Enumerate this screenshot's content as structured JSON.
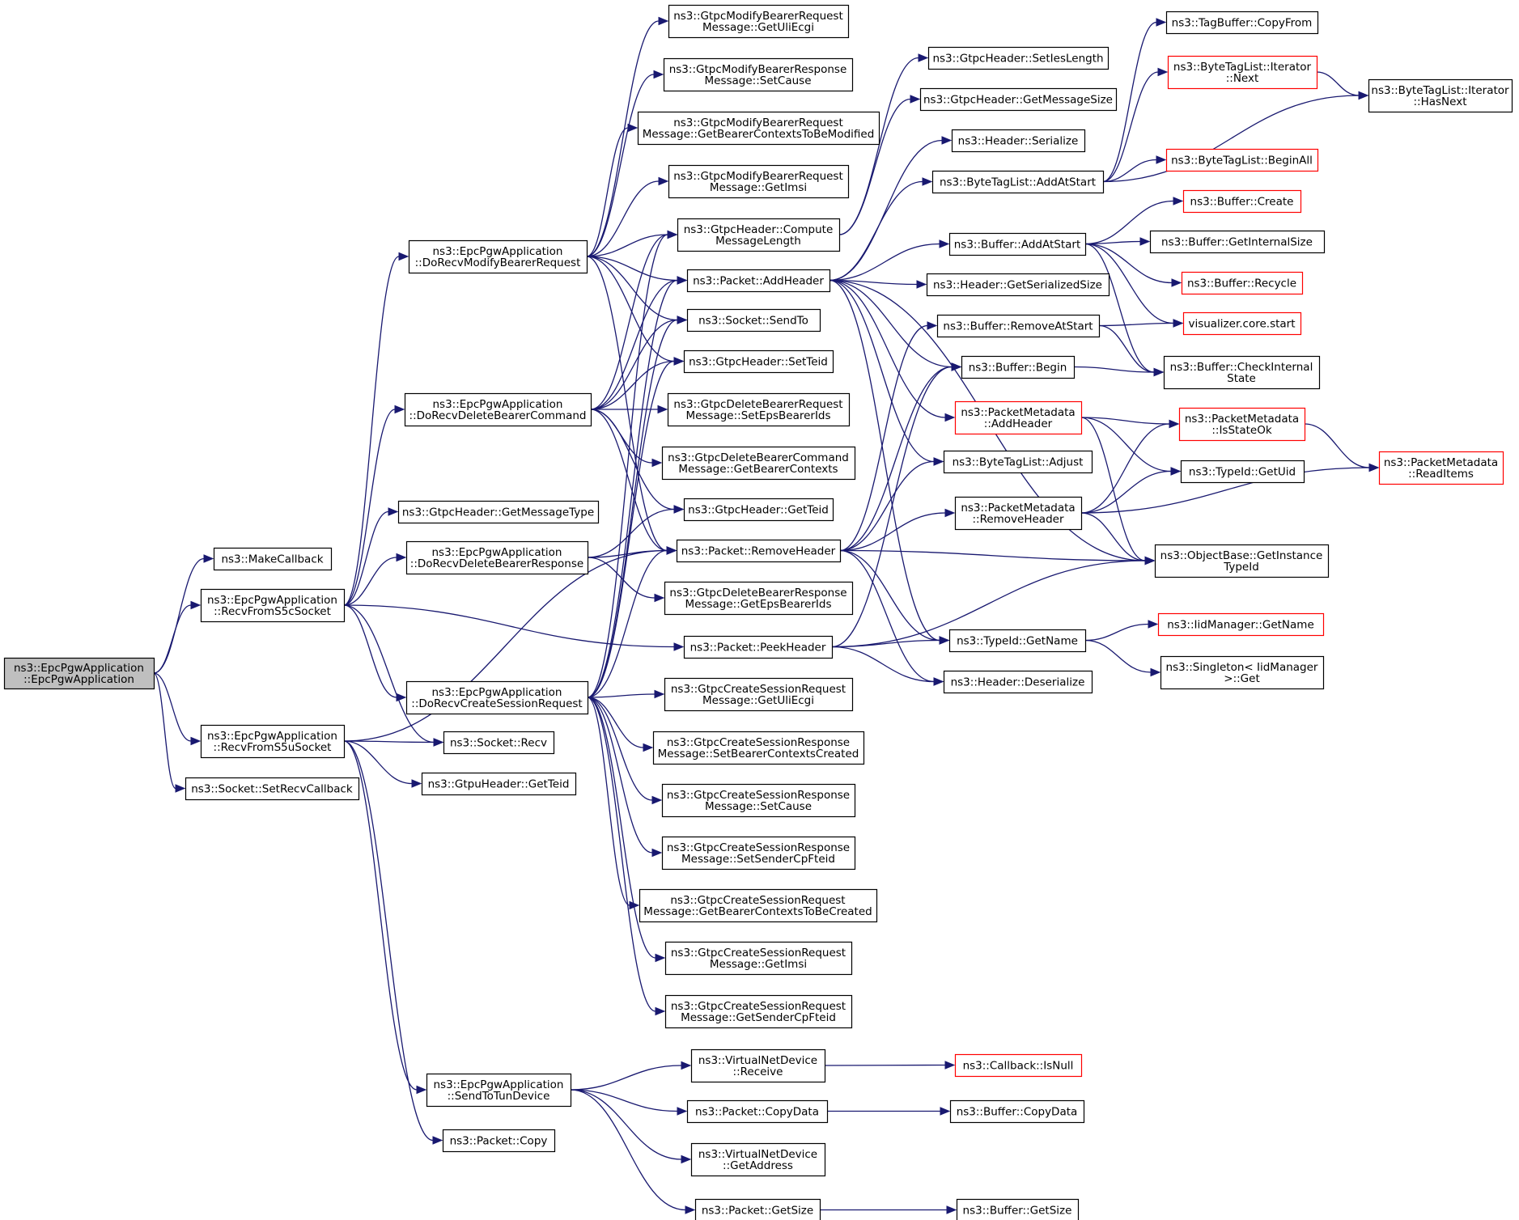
{
  "diagram": {
    "type": "call-graph",
    "colors": {
      "edge": "#191970",
      "border": "#000000",
      "truncated_border": "#ff0000",
      "root_fill": "#bfbfbf"
    },
    "nodes": [
      {
        "id": "root",
        "lines": [
          "ns3::EpcPgwApplication",
          "::EpcPgwApplication"
        ],
        "root": true
      },
      {
        "id": "makecb",
        "lines": [
          "ns3::MakeCallback"
        ]
      },
      {
        "id": "s5c",
        "lines": [
          "ns3::EpcPgwApplication",
          "::RecvFromS5cSocket"
        ]
      },
      {
        "id": "s5u",
        "lines": [
          "ns3::EpcPgwApplication",
          "::RecvFromS5uSocket"
        ]
      },
      {
        "id": "setrecv",
        "lines": [
          "ns3::Socket::SetRecvCallback"
        ]
      },
      {
        "id": "dmbr",
        "lines": [
          "ns3::EpcPgwApplication",
          "::DoRecvModifyBearerRequest"
        ]
      },
      {
        "id": "ddbc",
        "lines": [
          "ns3::EpcPgwApplication",
          "::DoRecvDeleteBearerCommand"
        ]
      },
      {
        "id": "gmt",
        "lines": [
          "ns3::GtpcHeader::GetMessageType"
        ]
      },
      {
        "id": "ddbr",
        "lines": [
          "ns3::EpcPgwApplication",
          "::DoRecvDeleteBearerResponse"
        ]
      },
      {
        "id": "dcsr",
        "lines": [
          "ns3::EpcPgwApplication",
          "::DoRecvCreateSessionRequest"
        ]
      },
      {
        "id": "sockrecv",
        "lines": [
          "ns3::Socket::Recv"
        ]
      },
      {
        "id": "gtputeid",
        "lines": [
          "ns3::GtpuHeader::GetTeid"
        ]
      },
      {
        "id": "sendtun",
        "lines": [
          "ns3::EpcPgwApplication",
          "::SendToTunDevice"
        ]
      },
      {
        "id": "pktcopy",
        "lines": [
          "ns3::Packet::Copy"
        ]
      },
      {
        "id": "mbr_uli",
        "lines": [
          "ns3::GtpcModifyBearerRequest",
          "Message::GetUliEcgi"
        ]
      },
      {
        "id": "mbresp_cause",
        "lines": [
          "ns3::GtpcModifyBearerResponse",
          "Message::SetCause"
        ]
      },
      {
        "id": "mbr_ctx",
        "lines": [
          "ns3::GtpcModifyBearerRequest",
          "Message::GetBearerContextsToBeModified"
        ]
      },
      {
        "id": "mbr_imsi",
        "lines": [
          "ns3::GtpcModifyBearerRequest",
          "Message::GetImsi"
        ]
      },
      {
        "id": "compute",
        "lines": [
          "ns3::GtpcHeader::Compute",
          "MessageLength"
        ]
      },
      {
        "id": "addheader",
        "lines": [
          "ns3::Packet::AddHeader"
        ]
      },
      {
        "id": "sendto",
        "lines": [
          "ns3::Socket::SendTo"
        ]
      },
      {
        "id": "setteid",
        "lines": [
          "ns3::GtpcHeader::SetTeid"
        ]
      },
      {
        "id": "dbr_eps",
        "lines": [
          "ns3::GtpcDeleteBearerRequest",
          "Message::SetEpsBearerIds"
        ]
      },
      {
        "id": "dbc_ctx",
        "lines": [
          "ns3::GtpcDeleteBearerCommand",
          "Message::GetBearerContexts"
        ]
      },
      {
        "id": "getteid",
        "lines": [
          "ns3::GtpcHeader::GetTeid"
        ]
      },
      {
        "id": "removeheader",
        "lines": [
          "ns3::Packet::RemoveHeader"
        ]
      },
      {
        "id": "dbresp_eps",
        "lines": [
          "ns3::GtpcDeleteBearerResponse",
          "Message::GetEpsBearerIds"
        ]
      },
      {
        "id": "peekheader",
        "lines": [
          "ns3::Packet::PeekHeader"
        ]
      },
      {
        "id": "csr_uli",
        "lines": [
          "ns3::GtpcCreateSessionRequest",
          "Message::GetUliEcgi"
        ]
      },
      {
        "id": "csresp_ctx",
        "lines": [
          "ns3::GtpcCreateSessionResponse",
          "Message::SetBearerContextsCreated"
        ]
      },
      {
        "id": "csresp_cause",
        "lines": [
          "ns3::GtpcCreateSessionResponse",
          "Message::SetCause"
        ]
      },
      {
        "id": "csresp_fteid",
        "lines": [
          "ns3::GtpcCreateSessionResponse",
          "Message::SetSenderCpFteid"
        ]
      },
      {
        "id": "csr_ctx",
        "lines": [
          "ns3::GtpcCreateSessionRequest",
          "Message::GetBearerContextsToBeCreated"
        ]
      },
      {
        "id": "csr_imsi",
        "lines": [
          "ns3::GtpcCreateSessionRequest",
          "Message::GetImsi"
        ]
      },
      {
        "id": "csr_fteid",
        "lines": [
          "ns3::GtpcCreateSessionRequest",
          "Message::GetSenderCpFteid"
        ]
      },
      {
        "id": "vnd_recv",
        "lines": [
          "ns3::VirtualNetDevice",
          "::Receive"
        ]
      },
      {
        "id": "pktcopydata",
        "lines": [
          "ns3::Packet::CopyData"
        ]
      },
      {
        "id": "vnd_addr",
        "lines": [
          "ns3::VirtualNetDevice",
          "::GetAddress"
        ]
      },
      {
        "id": "pktgetsize",
        "lines": [
          "ns3::Packet::GetSize"
        ]
      },
      {
        "id": "setieslen",
        "lines": [
          "ns3::GtpcHeader::SetIesLength"
        ]
      },
      {
        "id": "getmsgsize",
        "lines": [
          "ns3::GtpcHeader::GetMessageSize"
        ]
      },
      {
        "id": "hdrserialize",
        "lines": [
          "ns3::Header::Serialize"
        ]
      },
      {
        "id": "btl_addatstart",
        "lines": [
          "ns3::ByteTagList::AddAtStart"
        ]
      },
      {
        "id": "buf_addatstart",
        "lines": [
          "ns3::Buffer::AddAtStart"
        ]
      },
      {
        "id": "hdr_getsersize",
        "lines": [
          "ns3::Header::GetSerializedSize"
        ]
      },
      {
        "id": "buf_removeatstart",
        "lines": [
          "ns3::Buffer::RemoveAtStart"
        ]
      },
      {
        "id": "buf_begin",
        "lines": [
          "ns3::Buffer::Begin"
        ]
      },
      {
        "id": "pm_addheader",
        "lines": [
          "ns3::PacketMetadata",
          "::AddHeader"
        ],
        "truncated": true
      },
      {
        "id": "btl_adjust",
        "lines": [
          "ns3::ByteTagList::Adjust"
        ]
      },
      {
        "id": "pm_removeheader",
        "lines": [
          "ns3::PacketMetadata",
          "::RemoveHeader"
        ]
      },
      {
        "id": "typeid_getname",
        "lines": [
          "ns3::TypeId::GetName"
        ]
      },
      {
        "id": "hdr_deserialize",
        "lines": [
          "ns3::Header::Deserialize"
        ]
      },
      {
        "id": "cb_isnull",
        "lines": [
          "ns3::Callback::IsNull"
        ],
        "truncated": true
      },
      {
        "id": "buf_copydata",
        "lines": [
          "ns3::Buffer::CopyData"
        ]
      },
      {
        "id": "buf_getsize",
        "lines": [
          "ns3::Buffer::GetSize"
        ]
      },
      {
        "id": "tagbuf_copyfrom",
        "lines": [
          "ns3::TagBuffer::CopyFrom"
        ]
      },
      {
        "id": "btl_it_next",
        "lines": [
          "ns3::ByteTagList::Iterator",
          "::Next"
        ],
        "truncated": true
      },
      {
        "id": "btl_it_hasnext",
        "lines": [
          "ns3::ByteTagList::Iterator",
          "::HasNext"
        ]
      },
      {
        "id": "btl_beginall",
        "lines": [
          "ns3::ByteTagList::BeginAll"
        ],
        "truncated": true
      },
      {
        "id": "buf_create",
        "lines": [
          "ns3::Buffer::Create"
        ],
        "truncated": true
      },
      {
        "id": "buf_getinternalsize",
        "lines": [
          "ns3::Buffer::GetInternalSize"
        ]
      },
      {
        "id": "buf_recycle",
        "lines": [
          "ns3::Buffer::Recycle"
        ],
        "truncated": true
      },
      {
        "id": "viz_start",
        "lines": [
          "visualizer.core.start"
        ],
        "truncated": true
      },
      {
        "id": "buf_checkinternal",
        "lines": [
          "ns3::Buffer::CheckInternal",
          "State"
        ]
      },
      {
        "id": "pm_isstateok",
        "lines": [
          "ns3::PacketMetadata",
          "::IsStateOk"
        ],
        "truncated": true
      },
      {
        "id": "typeid_getuid",
        "lines": [
          "ns3::TypeId::GetUid"
        ]
      },
      {
        "id": "pm_readitems",
        "lines": [
          "ns3::PacketMetadata",
          "::ReadItems"
        ],
        "truncated": true
      },
      {
        "id": "objbase_gettid",
        "lines": [
          "ns3::ObjectBase::GetInstance",
          "TypeId"
        ]
      },
      {
        "id": "iidmgr_getname",
        "lines": [
          "ns3::IidManager::GetName"
        ],
        "truncated": true
      },
      {
        "id": "singleton_get",
        "lines": [
          "ns3::Singleton< IidManager",
          ">::Get"
        ]
      }
    ],
    "edges": [
      [
        "root",
        "makecb"
      ],
      [
        "root",
        "s5c"
      ],
      [
        "root",
        "s5u"
      ],
      [
        "root",
        "setrecv"
      ],
      [
        "s5c",
        "dmbr"
      ],
      [
        "s5c",
        "ddbc"
      ],
      [
        "s5c",
        "gmt"
      ],
      [
        "s5c",
        "ddbr"
      ],
      [
        "s5c",
        "dcsr"
      ],
      [
        "s5c",
        "sockrecv"
      ],
      [
        "s5c",
        "peekheader"
      ],
      [
        "s5u",
        "sockrecv"
      ],
      [
        "s5u",
        "gtputeid"
      ],
      [
        "s5u",
        "sendtun"
      ],
      [
        "s5u",
        "pktcopy"
      ],
      [
        "s5u",
        "removeheader"
      ],
      [
        "dmbr",
        "mbr_uli"
      ],
      [
        "dmbr",
        "mbresp_cause"
      ],
      [
        "dmbr",
        "mbr_ctx"
      ],
      [
        "dmbr",
        "mbr_imsi"
      ],
      [
        "dmbr",
        "compute"
      ],
      [
        "dmbr",
        "addheader"
      ],
      [
        "dmbr",
        "sendto"
      ],
      [
        "dmbr",
        "setteid"
      ],
      [
        "dmbr",
        "removeheader"
      ],
      [
        "ddbc",
        "compute"
      ],
      [
        "ddbc",
        "addheader"
      ],
      [
        "ddbc",
        "sendto"
      ],
      [
        "ddbc",
        "setteid"
      ],
      [
        "ddbc",
        "dbr_eps"
      ],
      [
        "ddbc",
        "dbc_ctx"
      ],
      [
        "ddbc",
        "getteid"
      ],
      [
        "ddbc",
        "removeheader"
      ],
      [
        "ddbr",
        "getteid"
      ],
      [
        "ddbr",
        "removeheader"
      ],
      [
        "ddbr",
        "dbresp_eps"
      ],
      [
        "dcsr",
        "compute"
      ],
      [
        "dcsr",
        "addheader"
      ],
      [
        "dcsr",
        "sendto"
      ],
      [
        "dcsr",
        "setteid"
      ],
      [
        "dcsr",
        "removeheader"
      ],
      [
        "dcsr",
        "csr_uli"
      ],
      [
        "dcsr",
        "csresp_ctx"
      ],
      [
        "dcsr",
        "csresp_cause"
      ],
      [
        "dcsr",
        "csresp_fteid"
      ],
      [
        "dcsr",
        "csr_ctx"
      ],
      [
        "dcsr",
        "csr_imsi"
      ],
      [
        "dcsr",
        "csr_fteid"
      ],
      [
        "sendtun",
        "vnd_recv"
      ],
      [
        "sendtun",
        "pktcopydata"
      ],
      [
        "sendtun",
        "vnd_addr"
      ],
      [
        "sendtun",
        "pktgetsize"
      ],
      [
        "vnd_recv",
        "cb_isnull"
      ],
      [
        "pktcopydata",
        "buf_copydata"
      ],
      [
        "pktgetsize",
        "buf_getsize"
      ],
      [
        "compute",
        "setieslen"
      ],
      [
        "compute",
        "getmsgsize"
      ],
      [
        "addheader",
        "hdrserialize"
      ],
      [
        "addheader",
        "btl_addatstart"
      ],
      [
        "addheader",
        "buf_addatstart"
      ],
      [
        "addheader",
        "hdr_getsersize"
      ],
      [
        "addheader",
        "buf_begin"
      ],
      [
        "addheader",
        "pm_addheader"
      ],
      [
        "addheader",
        "btl_adjust"
      ],
      [
        "addheader",
        "typeid_getname"
      ],
      [
        "addheader",
        "objbase_gettid"
      ],
      [
        "removeheader",
        "buf_removeatstart"
      ],
      [
        "removeheader",
        "buf_begin"
      ],
      [
        "removeheader",
        "btl_adjust"
      ],
      [
        "removeheader",
        "pm_removeheader"
      ],
      [
        "removeheader",
        "typeid_getname"
      ],
      [
        "removeheader",
        "hdr_deserialize"
      ],
      [
        "removeheader",
        "objbase_gettid"
      ],
      [
        "peekheader",
        "buf_begin"
      ],
      [
        "peekheader",
        "typeid_getname"
      ],
      [
        "peekheader",
        "hdr_deserialize"
      ],
      [
        "peekheader",
        "objbase_gettid"
      ],
      [
        "btl_addatstart",
        "tagbuf_copyfrom"
      ],
      [
        "btl_addatstart",
        "btl_it_next"
      ],
      [
        "btl_addatstart",
        "btl_it_hasnext"
      ],
      [
        "btl_addatstart",
        "btl_beginall"
      ],
      [
        "btl_it_next",
        "btl_it_hasnext"
      ],
      [
        "buf_addatstart",
        "buf_create"
      ],
      [
        "buf_addatstart",
        "buf_getinternalsize"
      ],
      [
        "buf_addatstart",
        "buf_recycle"
      ],
      [
        "buf_addatstart",
        "viz_start"
      ],
      [
        "buf_addatstart",
        "buf_checkinternal"
      ],
      [
        "buf_removeatstart",
        "viz_start"
      ],
      [
        "buf_removeatstart",
        "buf_checkinternal"
      ],
      [
        "buf_begin",
        "buf_checkinternal"
      ],
      [
        "pm_addheader",
        "pm_isstateok"
      ],
      [
        "pm_addheader",
        "typeid_getuid"
      ],
      [
        "pm_addheader",
        "objbase_gettid"
      ],
      [
        "pm_removeheader",
        "pm_isstateok"
      ],
      [
        "pm_removeheader",
        "typeid_getuid"
      ],
      [
        "pm_removeheader",
        "pm_readitems"
      ],
      [
        "pm_removeheader",
        "objbase_gettid"
      ],
      [
        "pm_isstateok",
        "pm_readitems"
      ],
      [
        "typeid_getname",
        "iidmgr_getname"
      ],
      [
        "typeid_getname",
        "singleton_get"
      ]
    ]
  }
}
